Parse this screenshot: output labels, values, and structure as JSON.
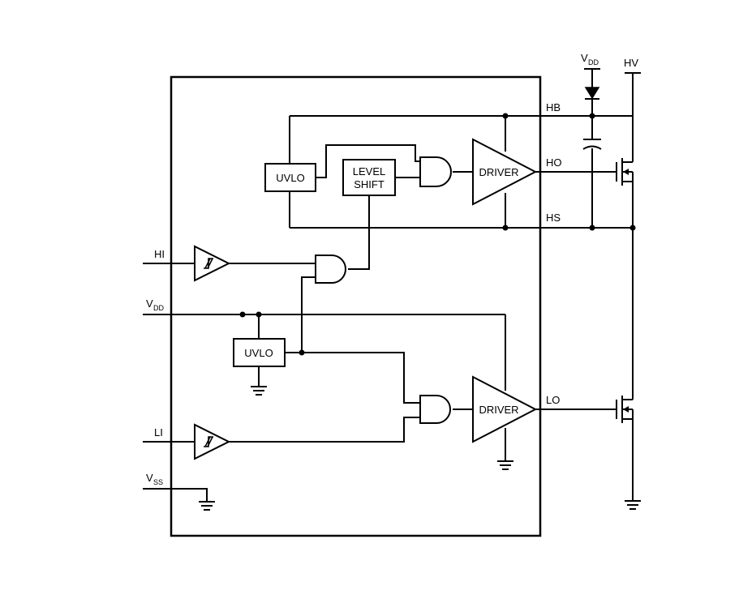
{
  "pins": {
    "hb": "HB",
    "ho": "HO",
    "hs": "HS",
    "lo": "LO",
    "hi": "HI",
    "li": "LI",
    "vdd_main": "V",
    "vdd_sub": "DD",
    "vss_main": "V",
    "vss_sub": "SS"
  },
  "external": {
    "vdd_main": "V",
    "vdd_sub": "DD",
    "hv": "HV"
  },
  "blocks": {
    "uvlo_high": "UVLO",
    "uvlo_low": "UVLO",
    "level_shift_line1": "LEVEL",
    "level_shift_line2": "SHIFT",
    "driver_high": "DRIVER",
    "driver_low": "DRIVER"
  }
}
